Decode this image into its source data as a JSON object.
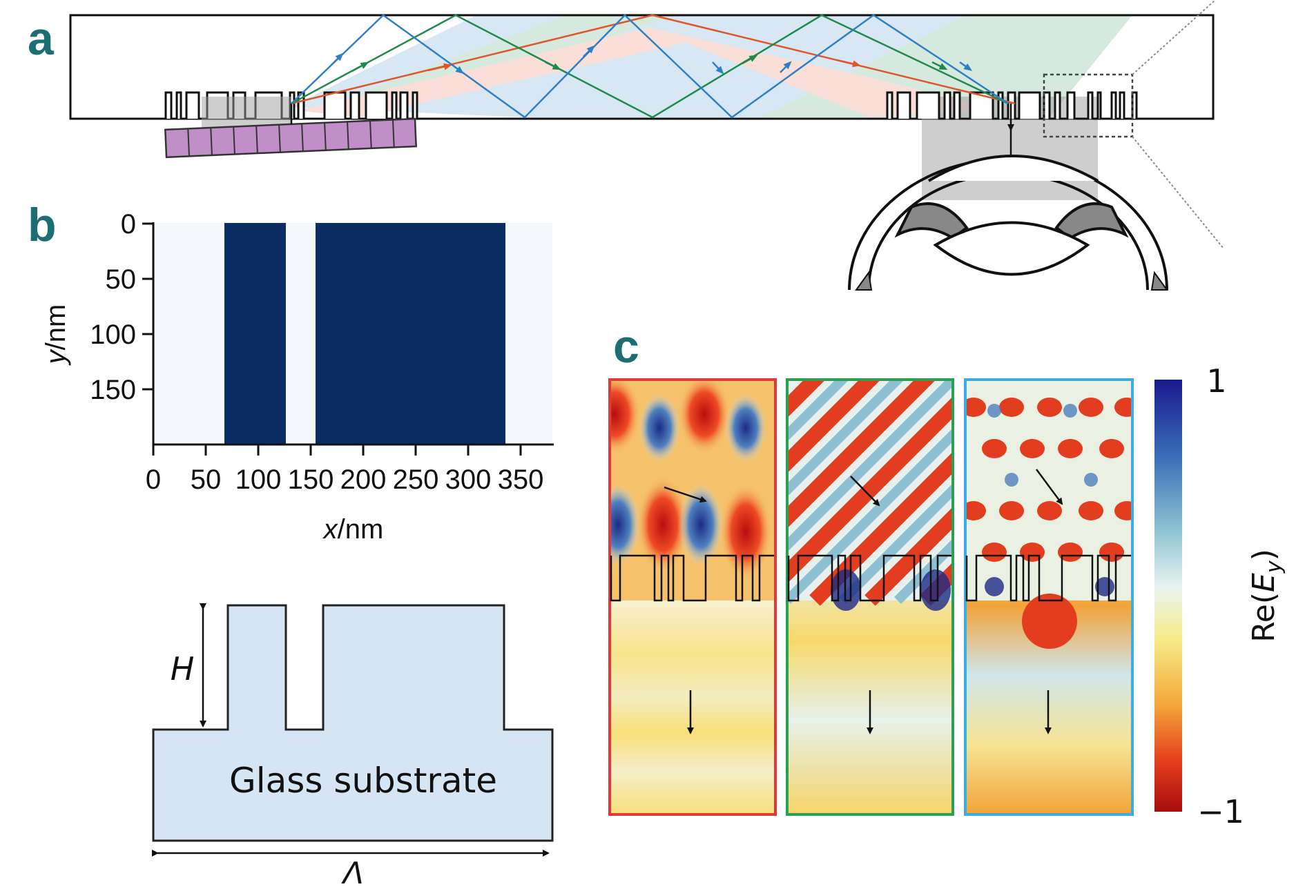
{
  "panels": {
    "a": {
      "label": "a"
    },
    "b": {
      "label": "b",
      "xlabel_var": "x",
      "xlabel_unit": "/nm",
      "ylabel_var": "y",
      "ylabel_unit": "/nm",
      "xticks": [
        "0",
        "50",
        "100",
        "150",
        "200",
        "250",
        "300",
        "350"
      ],
      "yticks": [
        "0",
        "50",
        "100",
        "150"
      ],
      "height_label": "H",
      "period_label": "Λ",
      "substrate_label": "Glass substrate"
    },
    "c": {
      "label": "c",
      "colorbar_max": "1",
      "colorbar_min": "−1",
      "colorbar_label_prefix": "Re(",
      "colorbar_label_var": "E",
      "colorbar_label_sub": "y",
      "colorbar_label_suffix": ")"
    }
  },
  "colors": {
    "panel_letter": "#1d6e73",
    "red_beam": "#e0552a",
    "green_beam": "#1f8a4c",
    "blue_beam": "#2e7fc4",
    "microdisplay": "#c08fc8",
    "grating_fill": "#0b2d63",
    "profile_fill": "#d6e5f4",
    "frame_red": "#e03a3a",
    "frame_green": "#2aa052",
    "frame_blue": "#3aaee0"
  }
}
